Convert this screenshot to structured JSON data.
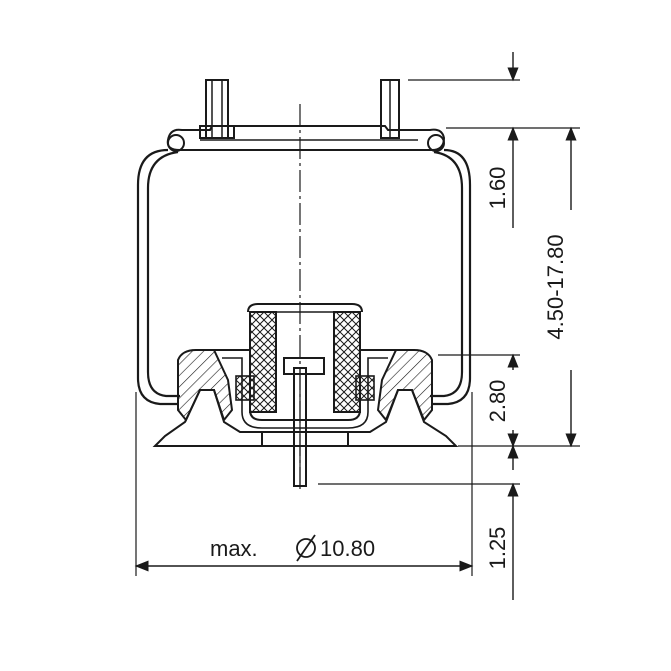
{
  "dimensions": {
    "top_height": "1.60",
    "stroke_range": "4.50-17.80",
    "piston_height": "2.80",
    "stud_length": "1.25",
    "diameter_prefix": "max.",
    "diameter_value": "10.80"
  },
  "colors": {
    "line": "#1a1a1a",
    "hatch": "#1a1a1a",
    "background": "#ffffff"
  },
  "icons": {
    "diameter": "diameter-symbol-icon"
  }
}
